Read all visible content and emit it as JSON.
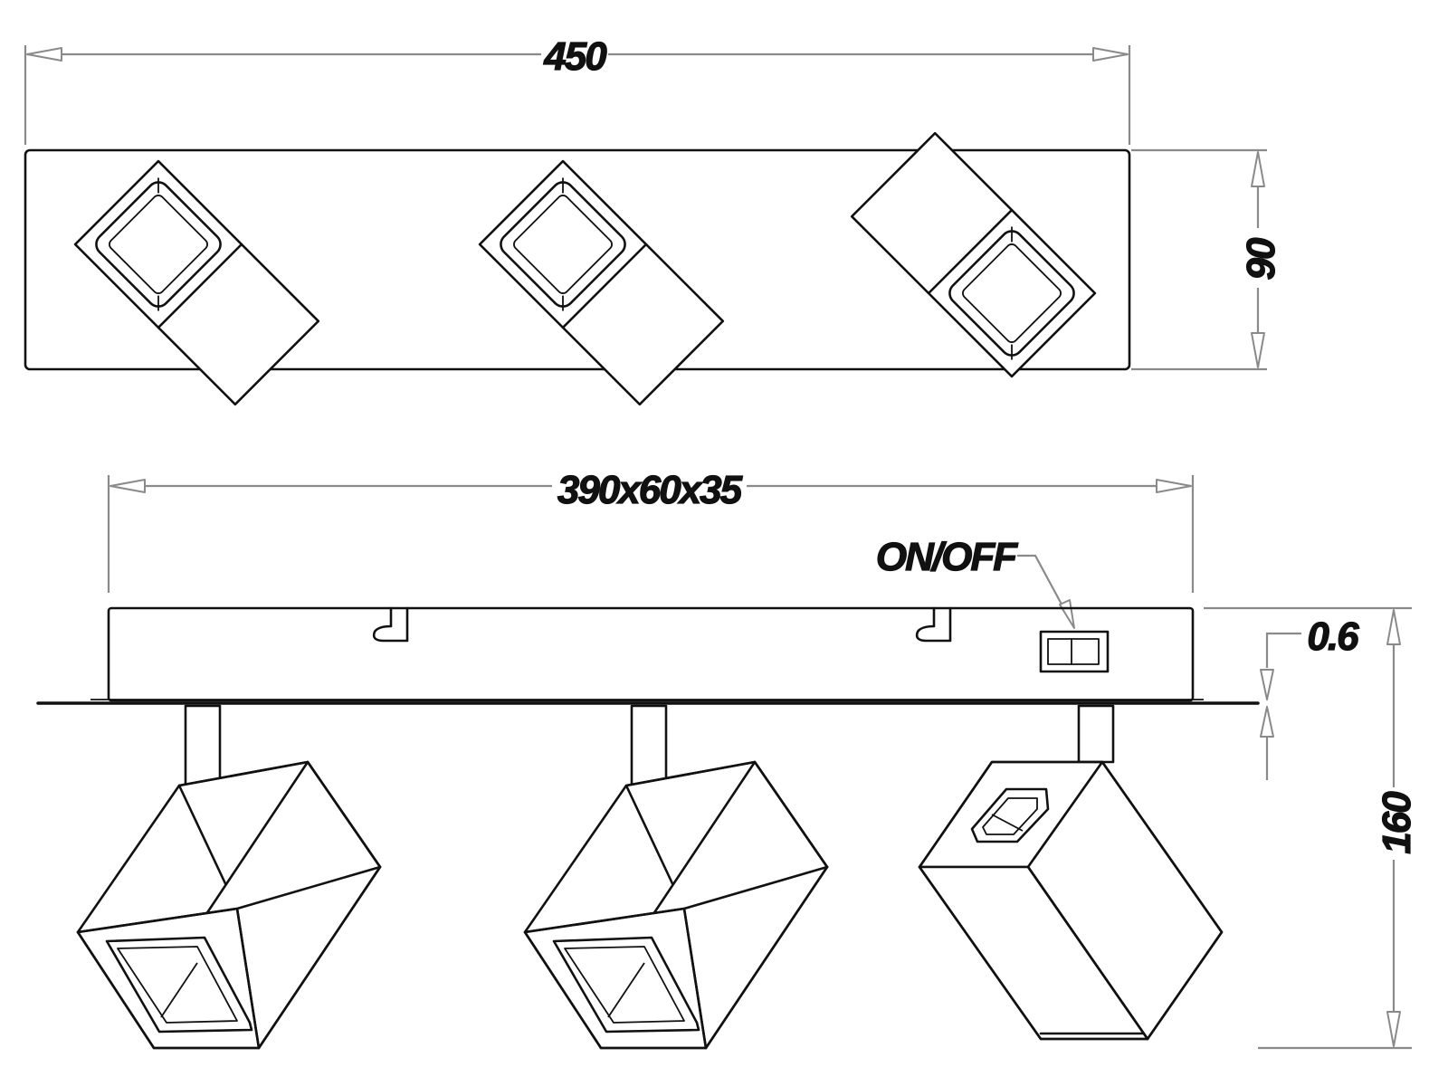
{
  "drawing": {
    "top_view": {
      "width_label": "450",
      "height_label": "90"
    },
    "front_view": {
      "base_dims_label": "390x60x35",
      "switch_label": "ON/OFF",
      "plate_thickness_label": "0.6",
      "height_label": "160"
    }
  },
  "colors": {
    "line": "#111111",
    "dimension": "#8a8a8a",
    "background": "#ffffff"
  }
}
